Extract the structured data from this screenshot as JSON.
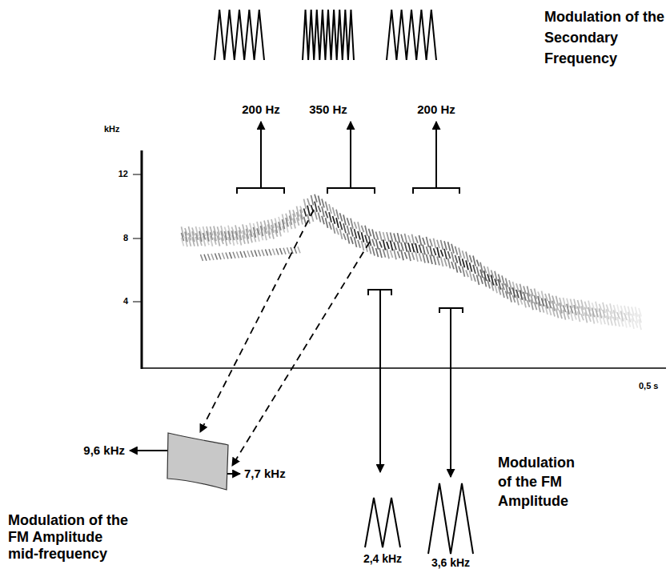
{
  "diagram": {
    "labels": [
      "Modulation of the Secondary Frequency",
      "200 Hz",
      "350 Hz",
      "200 Hz",
      "kHz",
      "12",
      "8",
      "4",
      "0,5 s",
      "9,6 kHz",
      "7,7 kHz",
      "Modulation of the FM Amplitude mid-frequency",
      "Modulation of the FM Amplitude",
      "2,4 kHz",
      "3,6 kHz"
    ]
  }
}
